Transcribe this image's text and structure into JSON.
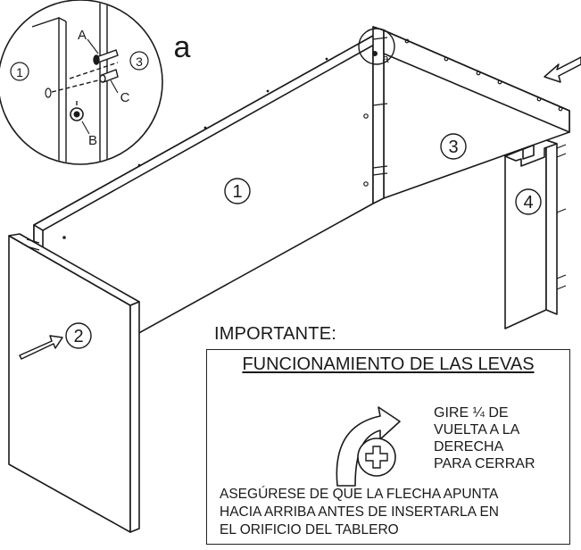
{
  "labels": {
    "panel1": "1",
    "panel2": "2",
    "panel3": "3",
    "panel4": "4",
    "detail": "a",
    "detail_small": "a",
    "part_A": "A",
    "part_B": "B",
    "part_C": "C",
    "inset_panel1": "1",
    "inset_panel3": "3"
  },
  "notice": {
    "heading": "IMPORTANTE:",
    "box_title": "FUNCIONAMIENTO DE LAS LEVAS",
    "turn_lines": [
      "GIRE ¼ DE",
      "VUELTA A LA",
      "DERECHA",
      "PARA CERRAR"
    ],
    "warning_lines": [
      "ASEGÚRESE DE QUE LA FLECHA APUNTA",
      "HACIA ARRIBA ANTES DE INSERTARLA EN",
      "EL ORIFICIO DEL TABLERO"
    ]
  }
}
